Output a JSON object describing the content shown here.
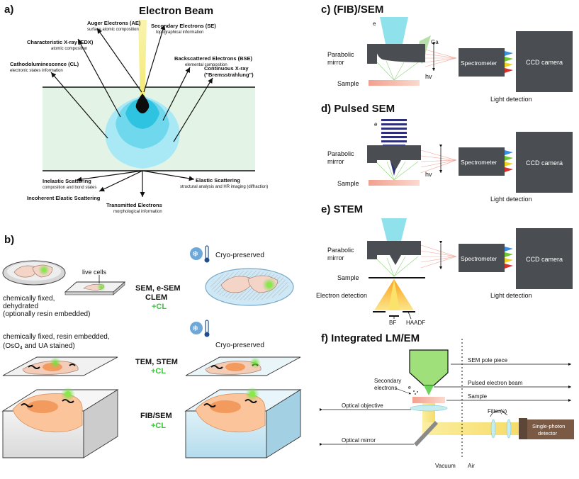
{
  "panel_a": {
    "label": "a)",
    "title": "Electron Beam",
    "signals": [
      {
        "name": "Auger Electrons (AE)",
        "desc": "surface atomic composition"
      },
      {
        "name": "Secondary Electrons (SE)",
        "desc": "topographical information"
      },
      {
        "name": "Characteristic X-ray (EDX)",
        "desc": "atomic composition"
      },
      {
        "name": "Backscattered Electrons (BSE)",
        "desc": "elemental composition"
      },
      {
        "name": "Cathodoluminescence (CL)",
        "desc": "electronic states information"
      },
      {
        "name": "Continuous X-ray",
        "desc": "(\"Bremsstrahlung\")"
      }
    ],
    "bottom": [
      {
        "name": "Inelastic Scattering",
        "desc": "composition and bond states"
      },
      {
        "name": "Elastic Scattering",
        "desc": "structural analysis and HR imaging (diffraction)"
      },
      {
        "name": "Incoherent Elastic Scattering",
        "desc": ""
      },
      {
        "name": "Transmitted Electrons",
        "desc": "morphological information"
      }
    ]
  },
  "panel_b": {
    "label": "b)",
    "cryo1": "Cryo-preserved",
    "cryo2": "Cryo-preserved",
    "live_cells": "live cells",
    "row1_left": [
      "chemically fixed,",
      "dehydrated",
      "(optionally resin embedded)"
    ],
    "row2_left": [
      "chemically fixed, resin embedded,",
      "(OsO",
      "4",
      " and UA stained)"
    ],
    "m1": [
      "SEM, e-SEM",
      "CLEM",
      "+CL"
    ],
    "m2": [
      "TEM, STEM",
      "+CL"
    ],
    "m3": [
      "FIB/SEM",
      "+CL"
    ]
  },
  "panel_c": {
    "label": "c) (FIB)/SEM",
    "e": "e",
    "ga": "Ga",
    "mirror": [
      "Parabolic",
      "mirror"
    ],
    "hv": "hv",
    "sample": "Sample",
    "spectrometer": "Spectrometer",
    "ccd": "CCD camera",
    "light": "Light detection"
  },
  "panel_d": {
    "label": "d) Pulsed SEM",
    "e": "e",
    "mirror": [
      "Parabolic",
      "mirror"
    ],
    "hv": "hv",
    "sample": "Sample",
    "spectrometer": "Spectrometer",
    "ccd": "CCD camera",
    "light": "Light detection"
  },
  "panel_e": {
    "label": "e) STEM",
    "mirror": [
      "Parabolic",
      "mirror"
    ],
    "sample": "Sample",
    "electron_detection": "Electron detection",
    "bf": "BF",
    "haadf": "HAADF",
    "spectrometer": "Spectrometer",
    "ccd": "CCD camera",
    "light": "Light detection"
  },
  "panel_f": {
    "label": "f) Integrated LM/EM",
    "secondary": [
      "Secondary",
      "electrons"
    ],
    "e": "e",
    "optical_objective": "Optical objective",
    "optical_mirror": "Optical mirror",
    "sem_pole": "SEM pole piece",
    "pulsed": "Pulsed electron beam",
    "sample": "Sample",
    "filters": "Filter(s)",
    "detector": [
      "Single-photon",
      "detector"
    ],
    "vacuum": "Vacuum",
    "air": "Air"
  },
  "colors": {
    "green": "#3cc43c",
    "cyan": "#4fd6ea",
    "salmon": "#f09a88",
    "beam": "#f6f08a"
  }
}
